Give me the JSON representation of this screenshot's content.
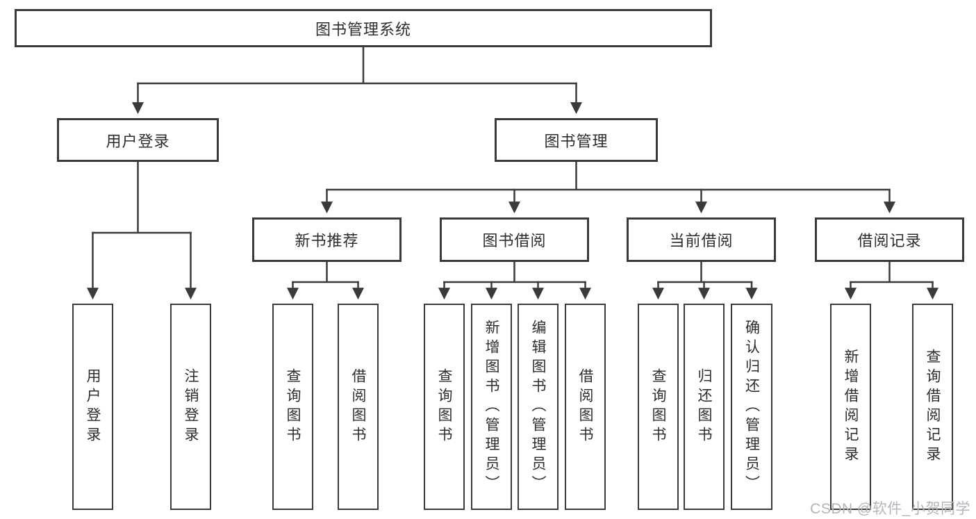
{
  "tree": {
    "root": {
      "label": "图书管理系统"
    },
    "branches": [
      {
        "label": "用户登录",
        "children": [
          {
            "label": "用户登录"
          },
          {
            "label": "注销登录"
          }
        ]
      },
      {
        "label": "图书管理",
        "groups": [
          {
            "label": "新书推荐",
            "children": [
              {
                "label": "查询图书"
              },
              {
                "label": "借阅图书"
              }
            ]
          },
          {
            "label": "图书借阅",
            "children": [
              {
                "label": "查询图书"
              },
              {
                "label": "新增图书（管理员）"
              },
              {
                "label": "编辑图书（管理员）"
              },
              {
                "label": "借阅图书"
              }
            ]
          },
          {
            "label": "当前借阅",
            "children": [
              {
                "label": "查询图书"
              },
              {
                "label": "归还图书"
              },
              {
                "label": "确认归还（管理员）"
              }
            ]
          },
          {
            "label": "借阅记录",
            "children": [
              {
                "label": "新增借阅记录"
              },
              {
                "label": "查询借阅记录"
              }
            ]
          }
        ]
      }
    ]
  },
  "watermark": {
    "text": "CSDN @软件_小贺同学"
  },
  "colors": {
    "line": "#3a3a3a",
    "text": "#2d2d2d",
    "background": "#ffffff",
    "watermark": "#b2b6bb"
  }
}
